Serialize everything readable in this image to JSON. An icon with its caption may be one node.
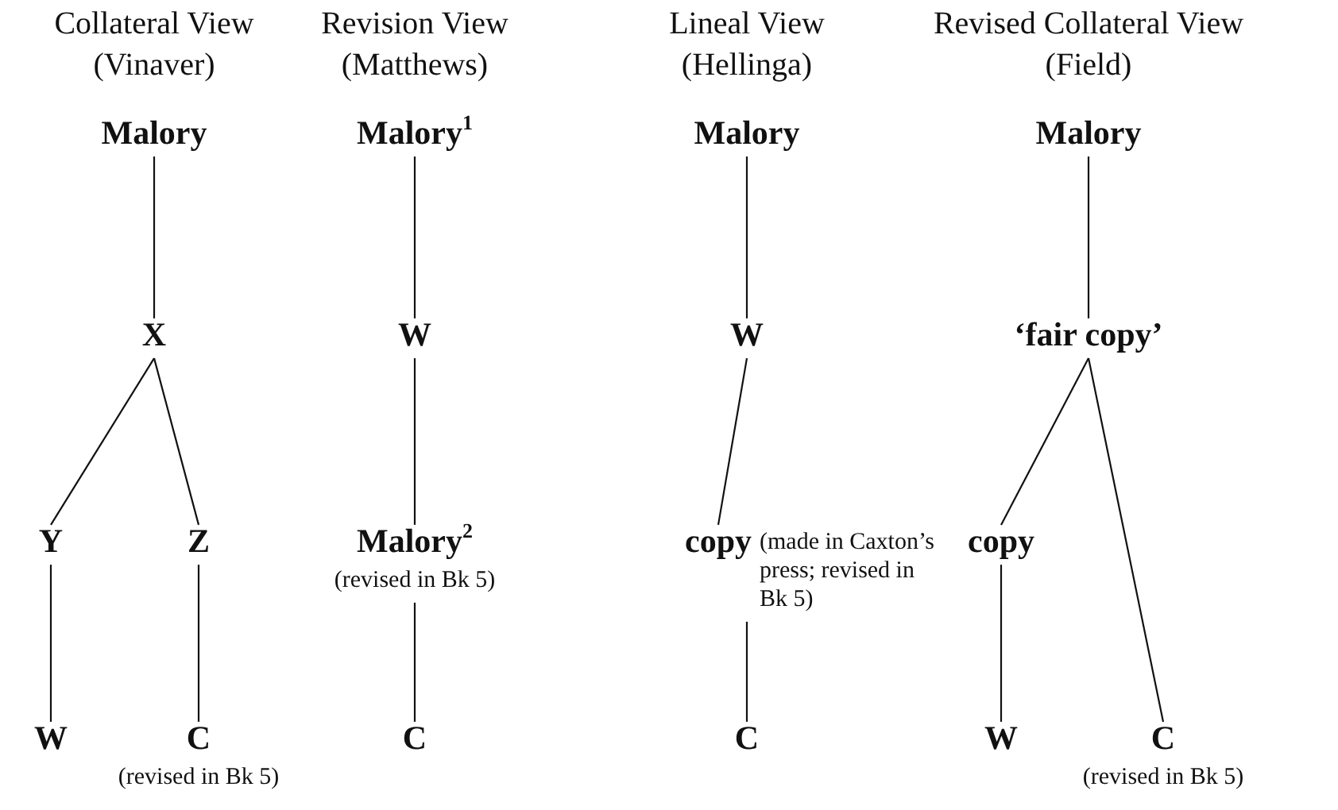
{
  "diagram": {
    "nodes": [
      {
        "text": [
          "Malory"
        ]
      },
      {
        "text": [
          "X"
        ]
      },
      {
        "text": [
          "Y"
        ]
      },
      {
        "text": [
          "Z"
        ]
      },
      {
        "text": [
          "W"
        ]
      },
      {
        "text": [
          "C"
        ],
        "beside": [
          "(revised in Bk 5)"
        ]
      },
      {
        "text": [
          "Malory$^{1}$"
        ]
      },
      {
        "text": [
          "W"
        ]
      },
      {
        "text": [
          "Malory$^{2}$"
        ],
        "beside": [
          "(revised in Bk 5)"
        ]
      },
      {
        "text": [
          "C"
        ]
      },
      {
        "text": [
          "Malory"
        ]
      },
      {
        "text": [
          "W"
        ]
      },
      {
        "text": [
          "copy"
        ],
        "beside": [
          "(made in Caxton’s press; revised in Bk 5)"
        ]
      },
      {
        "text": [
          "C"
        ]
      },
      {
        "text": [
          "Malory"
        ]
      },
      {
        "text": [
          "‘fair copy’"
        ]
      },
      {
        "text": [
          "copy"
        ]
      },
      {
        "text": [
          "W"
        ]
      },
      {
        "text": [
          "C"
        ],
        "beside": [
          "(revised in Bk 5)"
        ]
      }
    ],
    "edges": [
      {
        "from": 0,
        "to": 1,
        "arrow": "none"
      },
      {
        "from": 1,
        "to": 2,
        "arrow": "none"
      },
      {
        "from": 1,
        "to": 3,
        "arrow": "none"
      },
      {
        "from": 2,
        "to": 4,
        "arrow": "none"
      },
      {
        "from": 3,
        "to": 5,
        "arrow": "none"
      },
      {
        "from": 6,
        "to": 7,
        "arrow": "none"
      },
      {
        "from": 7,
        "to": 8,
        "arrow": "none"
      },
      {
        "from": 8,
        "to": 9,
        "arrow": "none"
      },
      {
        "from": 10,
        "to": 11,
        "arrow": "none"
      },
      {
        "from": 11,
        "to": 12,
        "arrow": "none"
      },
      {
        "from": 12,
        "to": 13,
        "arrow": "none"
      },
      {
        "from": 14,
        "to": 15,
        "arrow": "none"
      },
      {
        "from": 15,
        "to": 16,
        "arrow": "none"
      },
      {
        "from": 15,
        "to": 18,
        "arrow": "none"
      },
      {
        "from": 16,
        "to": 17,
        "arrow": "none"
      }
    ],
    "labels": [
      "Collateral View",
      "(Vinaver)",
      "Revision View",
      "(Matthews)",
      "Lineal View",
      "(Hellinga)",
      "Revised Collateral View",
      "(Field)"
    ]
  }
}
